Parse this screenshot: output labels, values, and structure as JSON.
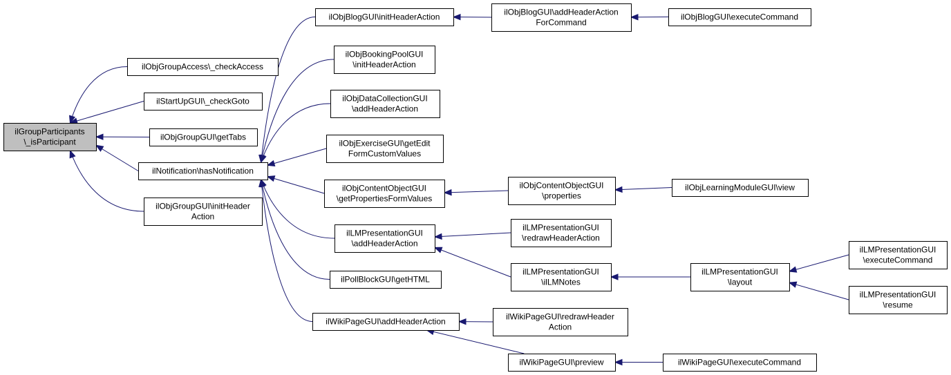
{
  "graph": {
    "nodes": [
      {
        "id": "root",
        "lines": [
          "ilGroupParticipants",
          "\\_isParticipant"
        ],
        "root": true
      },
      {
        "id": "gaCheckAccess",
        "lines": [
          "ilObjGroupAccess\\_checkAccess"
        ]
      },
      {
        "id": "startupCheckGoto",
        "lines": [
          "ilStartUpGUI\\_checkGoto"
        ]
      },
      {
        "id": "groupGetTabs",
        "lines": [
          "ilObjGroupGUI\\getTabs"
        ]
      },
      {
        "id": "notifHas",
        "lines": [
          "ilNotification\\hasNotification"
        ]
      },
      {
        "id": "groupInitHeader",
        "lines": [
          "ilObjGroupGUI\\initHeader",
          "Action"
        ]
      },
      {
        "id": "blogInit",
        "lines": [
          "ilObjBlogGUI\\initHeaderAction"
        ]
      },
      {
        "id": "blogAddHeader",
        "lines": [
          "ilObjBlogGUI\\addHeaderAction",
          "ForCommand"
        ]
      },
      {
        "id": "blogExec",
        "lines": [
          "ilObjBlogGUI\\executeCommand"
        ]
      },
      {
        "id": "bookingInit",
        "lines": [
          "ilObjBookingPoolGUI",
          "\\initHeaderAction"
        ]
      },
      {
        "id": "dataColl",
        "lines": [
          "ilObjDataCollectionGUI",
          "\\addHeaderAction"
        ]
      },
      {
        "id": "exercise",
        "lines": [
          "ilObjExerciseGUI\\getEdit",
          "FormCustomValues"
        ]
      },
      {
        "id": "contentObjForm",
        "lines": [
          "ilObjContentObjectGUI",
          "\\getPropertiesFormValues"
        ]
      },
      {
        "id": "contentObjProps",
        "lines": [
          "ilObjContentObjectGUI",
          "\\properties"
        ]
      },
      {
        "id": "lmView",
        "lines": [
          "ilObjLearningModuleGUI\\view"
        ]
      },
      {
        "id": "lmpAddHeader",
        "lines": [
          "ilLMPresentationGUI",
          "\\addHeaderAction"
        ]
      },
      {
        "id": "lmpRedraw",
        "lines": [
          "ilLMPresentationGUI",
          "\\redrawHeaderAction"
        ]
      },
      {
        "id": "lmpNotes",
        "lines": [
          "ilLMPresentationGUI",
          "\\ilLMNotes"
        ]
      },
      {
        "id": "lmpLayout",
        "lines": [
          "ilLMPresentationGUI",
          "\\layout"
        ]
      },
      {
        "id": "lmpExec",
        "lines": [
          "ilLMPresentationGUI",
          "\\executeCommand"
        ]
      },
      {
        "id": "lmpResume",
        "lines": [
          "ilLMPresentationGUI",
          "\\resume"
        ]
      },
      {
        "id": "pollHtml",
        "lines": [
          "ilPollBlockGUI\\getHTML"
        ]
      },
      {
        "id": "wikiAddHeader",
        "lines": [
          "ilWikiPageGUI\\addHeaderAction"
        ]
      },
      {
        "id": "wikiRedraw",
        "lines": [
          "ilWikiPageGUI\\redrawHeader",
          "Action"
        ]
      },
      {
        "id": "wikiPreview",
        "lines": [
          "ilWikiPageGUI\\preview"
        ]
      },
      {
        "id": "wikiExec",
        "lines": [
          "ilWikiPageGUI\\executeCommand"
        ]
      }
    ],
    "edges": [
      {
        "from": "gaCheckAccess",
        "to": "root"
      },
      {
        "from": "startupCheckGoto",
        "to": "root"
      },
      {
        "from": "groupGetTabs",
        "to": "root"
      },
      {
        "from": "notifHas",
        "to": "root"
      },
      {
        "from": "groupInitHeader",
        "to": "root"
      },
      {
        "from": "blogInit",
        "to": "notifHas"
      },
      {
        "from": "bookingInit",
        "to": "notifHas"
      },
      {
        "from": "dataColl",
        "to": "notifHas"
      },
      {
        "from": "exercise",
        "to": "notifHas"
      },
      {
        "from": "contentObjForm",
        "to": "notifHas"
      },
      {
        "from": "lmpAddHeader",
        "to": "notifHas"
      },
      {
        "from": "pollHtml",
        "to": "notifHas"
      },
      {
        "from": "wikiAddHeader",
        "to": "notifHas"
      },
      {
        "from": "blogAddHeader",
        "to": "blogInit"
      },
      {
        "from": "blogExec",
        "to": "blogAddHeader"
      },
      {
        "from": "contentObjProps",
        "to": "contentObjForm"
      },
      {
        "from": "lmView",
        "to": "contentObjProps"
      },
      {
        "from": "lmpRedraw",
        "to": "lmpAddHeader"
      },
      {
        "from": "lmpNotes",
        "to": "lmpAddHeader"
      },
      {
        "from": "lmpLayout",
        "to": "lmpNotes"
      },
      {
        "from": "lmpExec",
        "to": "lmpLayout"
      },
      {
        "from": "lmpResume",
        "to": "lmpLayout"
      },
      {
        "from": "wikiRedraw",
        "to": "wikiAddHeader"
      },
      {
        "from": "wikiPreview",
        "to": "wikiAddHeader"
      },
      {
        "from": "wikiExec",
        "to": "wikiPreview"
      }
    ]
  }
}
